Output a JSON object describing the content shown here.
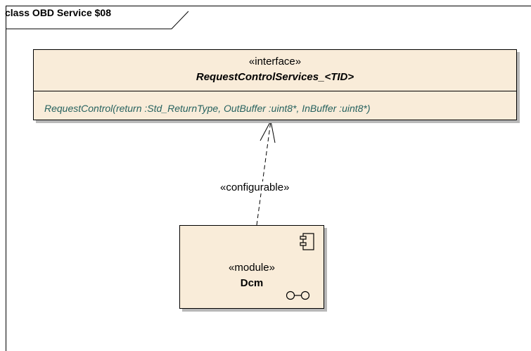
{
  "frame": {
    "title": "class OBD Service $08"
  },
  "interface": {
    "stereotype": "«interface»",
    "name": "RequestControlServices_<TID>",
    "operation": "RequestControl(return :Std_ReturnType, OutBuffer :uint8*, InBuffer :uint8*)"
  },
  "dependency": {
    "stereotype": "«configurable»"
  },
  "module": {
    "stereotype": "«module»",
    "name": "Dcm",
    "icons": [
      "component-icon",
      "port-icon"
    ]
  }
}
